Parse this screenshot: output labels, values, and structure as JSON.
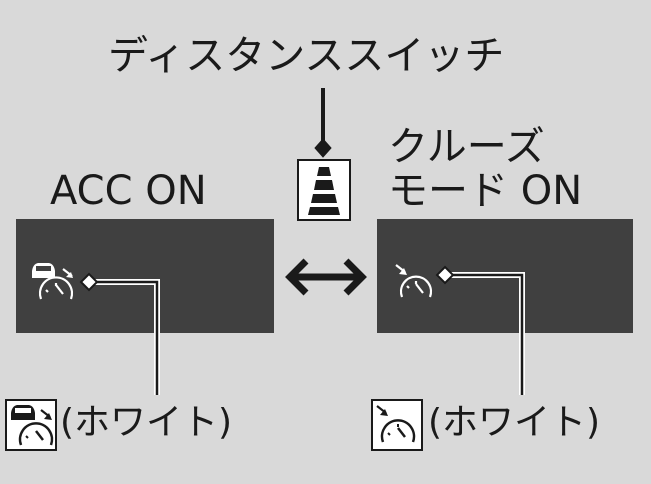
{
  "switch_label": "ディスタンススイッチ",
  "acc_mode": {
    "label": "ACC ON",
    "indicator_caption": "(ホワイト)",
    "indicator_icon": "acc-vehicle-speedometer-icon",
    "indicator_color": "#ffffff"
  },
  "cruise_mode": {
    "label_line1": "クルーズ",
    "label_line2": "モード ON",
    "indicator_caption": "(ホワイト)",
    "indicator_icon": "cruise-speedometer-icon",
    "indicator_color": "#ffffff"
  },
  "toggle_icon": "double-arrow-icon",
  "switch_icon": "distance-bars-icon",
  "colors": {
    "background": "#d9d9d9",
    "display_panel": "#404040",
    "lines": "#1a1a1a"
  }
}
